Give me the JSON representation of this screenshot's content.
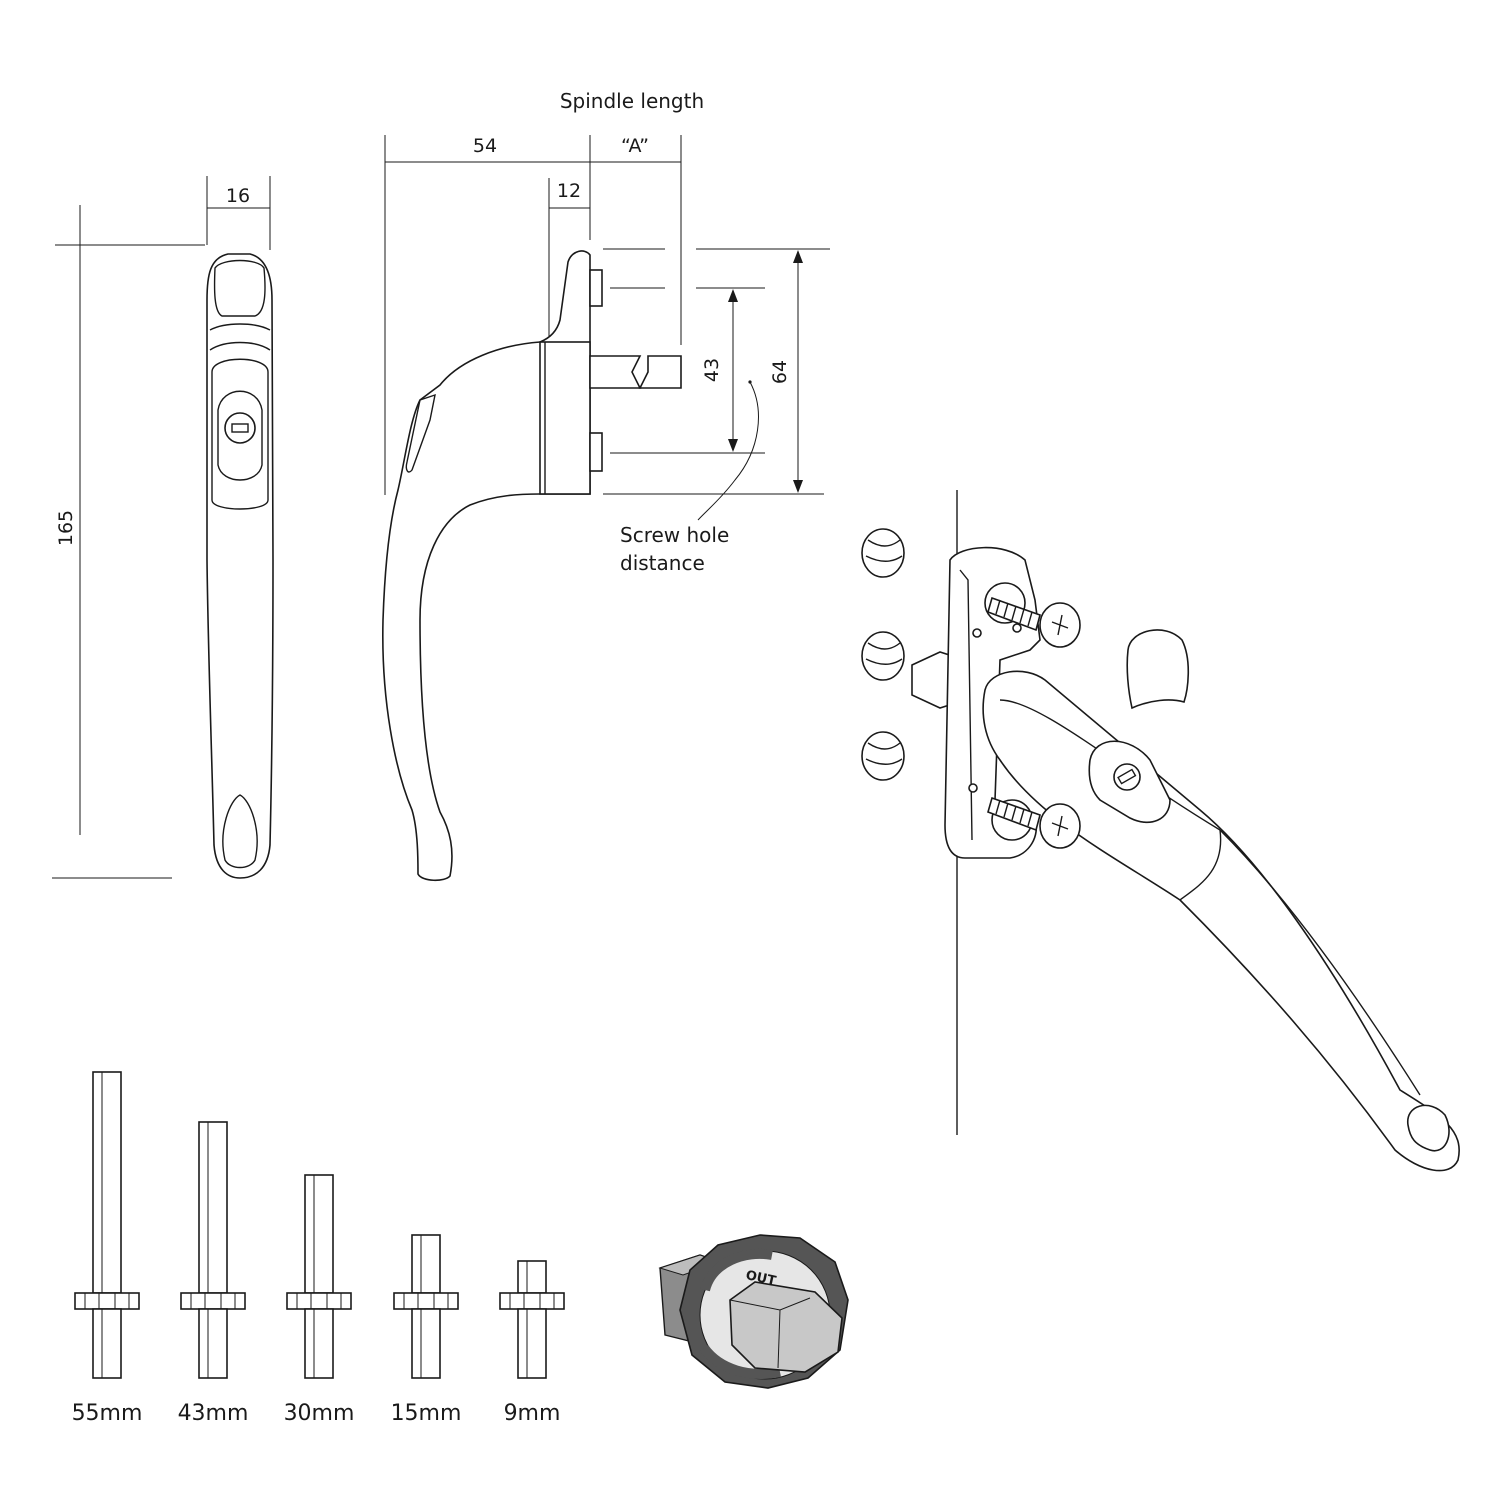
{
  "diagram": {
    "front_view": {
      "width_label": "16",
      "height_label": "165"
    },
    "side_view": {
      "spindle_length_title": "Spindle length",
      "base_label": "54",
      "variable_label": "“A”",
      "offset_label": "12",
      "screw_inner_label": "43",
      "screw_outer_label": "64",
      "screw_callout": [
        "Screw hole",
        "distance"
      ]
    },
    "spindles": [
      {
        "label": "55mm"
      },
      {
        "label": "43mm"
      },
      {
        "label": "30mm"
      },
      {
        "label": "15mm"
      },
      {
        "label": "9mm"
      }
    ],
    "adapter": {
      "text": "OUT",
      "colors": {
        "ring": "#555555",
        "body": "#c8c8c8"
      }
    }
  }
}
